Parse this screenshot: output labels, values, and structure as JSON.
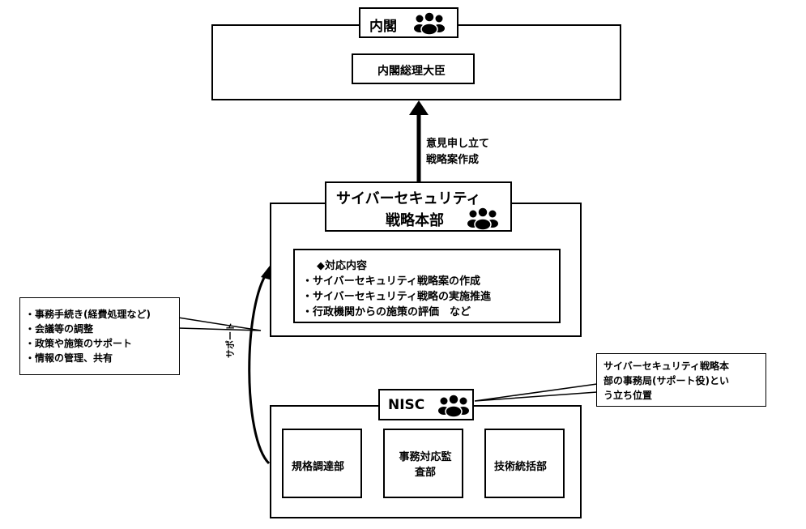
{
  "cabinet": {
    "title": "内閣",
    "member": "内閣総理大臣"
  },
  "arrow_label": {
    "line1": "意見申し立て",
    "line2": "戦略案作成"
  },
  "hq": {
    "title_line1": "サイバーセキュリティ",
    "title_line2": "戦略本部",
    "content_heading": "◆対応内容",
    "content_items": [
      "・サイバーセキュリティ戦略案の作成",
      "・サイバーセキュリティ戦略の実施推進",
      "・行政機関からの施策の評価　など"
    ]
  },
  "support_callout": {
    "items": [
      "・事務手続き(経費処理など)",
      "・会議等の調整",
      "・政策や施策のサポート",
      "・情報の管理、共有"
    ]
  },
  "support_label": "サポート",
  "nisc_callout": {
    "text": "サイバーセキュリティ戦略本\n部の事務局(サポート役)とい\nう立ち位置"
  },
  "nisc": {
    "title": "NISC",
    "departments": [
      "規格調達部",
      "事務対応監\n査部",
      "技術統括部"
    ]
  },
  "icons": {
    "group": "people-group-icon"
  }
}
